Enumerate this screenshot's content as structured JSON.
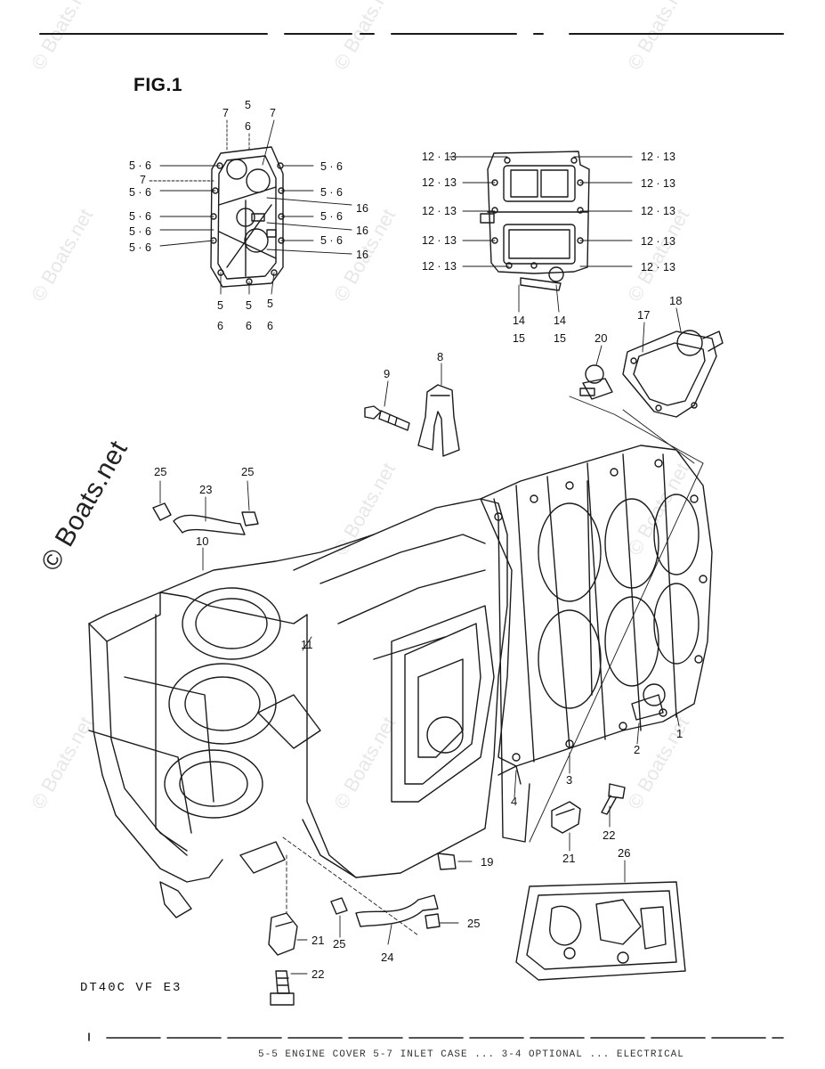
{
  "figure": {
    "title": "FIG.1",
    "model_code": "DT40C VF E3",
    "footer_text": "5-5 ENGINE COVER 5-7 INLET CASE ... 3-4 OPTIONAL ... ELECTRICAL",
    "watermark": "© Boats.net"
  },
  "callouts": {
    "top_left": [
      {
        "text": "7"
      },
      {
        "text": "5"
      },
      {
        "text": "6"
      },
      {
        "text": "7"
      },
      {
        "text": "5 · 6"
      },
      {
        "text": "5 · 6"
      },
      {
        "text": "7"
      },
      {
        "text": "5 · 6"
      },
      {
        "text": "5 · 6"
      },
      {
        "text": "16"
      },
      {
        "text": "5 · 6"
      },
      {
        "text": "5 · 6"
      },
      {
        "text": "5 · 6"
      },
      {
        "text": "16"
      },
      {
        "text": "5 · 6"
      },
      {
        "text": "5 · 6"
      },
      {
        "text": "16"
      },
      {
        "text": "5"
      },
      {
        "text": "6"
      },
      {
        "text": "5"
      },
      {
        "text": "6"
      },
      {
        "text": "5"
      },
      {
        "text": "6"
      }
    ],
    "top_right": [
      {
        "text": "12 · 13"
      },
      {
        "text": "12 · 13"
      },
      {
        "text": "12 · 13"
      },
      {
        "text": "12 · 13"
      },
      {
        "text": "12 · 13"
      },
      {
        "text": "12 · 13"
      },
      {
        "text": "12 · 13"
      },
      {
        "text": "12 · 13"
      },
      {
        "text": "12 · 13"
      },
      {
        "text": "12 · 13"
      },
      {
        "text": "14"
      },
      {
        "text": "15"
      },
      {
        "text": "14"
      },
      {
        "text": "15"
      }
    ],
    "main": [
      {
        "text": "17"
      },
      {
        "text": "18"
      },
      {
        "text": "20"
      },
      {
        "text": "9"
      },
      {
        "text": "8"
      },
      {
        "text": "25"
      },
      {
        "text": "23"
      },
      {
        "text": "25"
      },
      {
        "text": "10"
      },
      {
        "text": "11"
      },
      {
        "text": "1"
      },
      {
        "text": "2"
      },
      {
        "text": "3"
      },
      {
        "text": "4"
      },
      {
        "text": "22"
      },
      {
        "text": "21"
      },
      {
        "text": "19"
      },
      {
        "text": "26"
      },
      {
        "text": "25"
      },
      {
        "text": "25"
      },
      {
        "text": "24"
      },
      {
        "text": "21"
      },
      {
        "text": "22"
      }
    ]
  }
}
